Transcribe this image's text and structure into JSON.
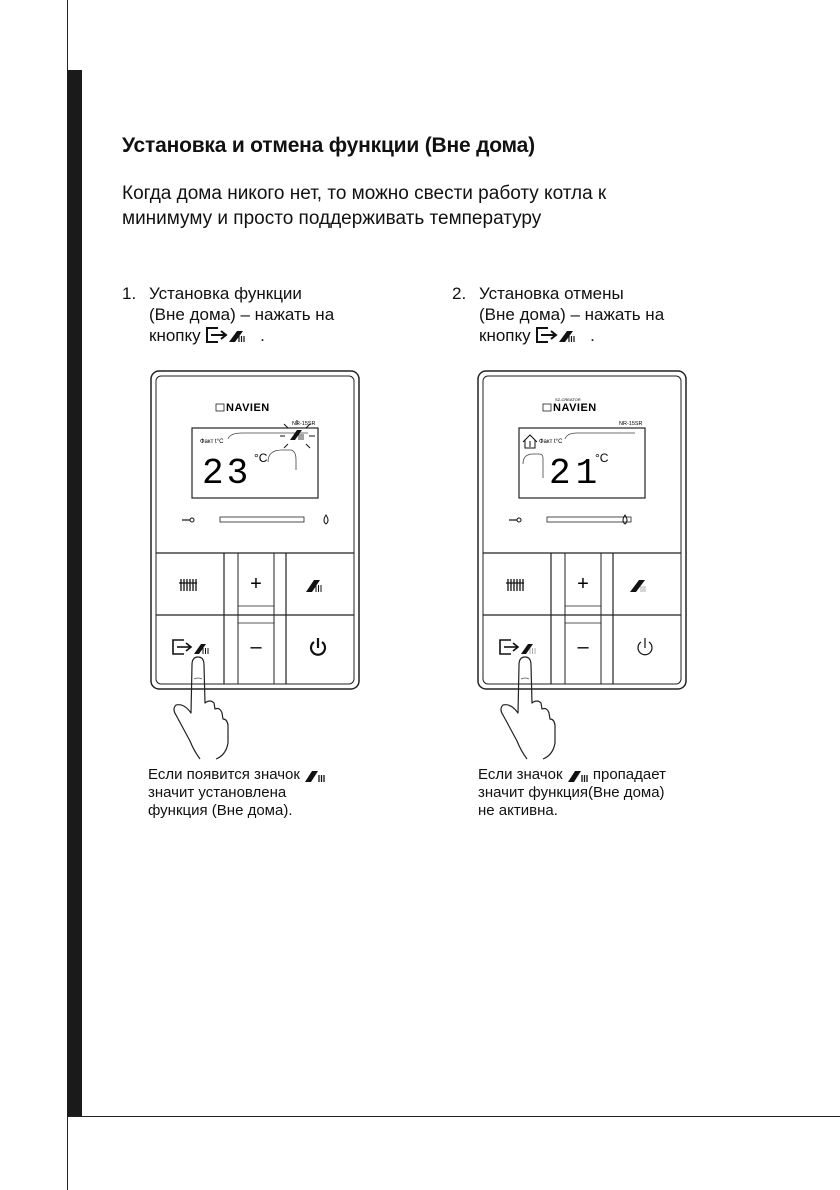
{
  "title": "Установка и отмена функции  (Вне дома)",
  "intro": [
    "Когда дома никого нет, то можно свести работу котла к",
    "минимуму и просто поддерживать температуру"
  ],
  "steps": [
    {
      "number": "1.",
      "lines": [
        "Установка функции",
        "(Вне дома) – нажать на"
      ],
      "line3_text": "кнопку",
      "line3_end": "."
    },
    {
      "number": "2.",
      "lines": [
        "Установка отмены",
        "(Вне дома) – нажать на"
      ],
      "line3_text": "кнопку",
      "line3_end": "."
    }
  ],
  "devices": [
    {
      "brand": "NAVIEN",
      "brand_small": "",
      "model": "NR-15SR",
      "fact_label": "Факт t°C",
      "temperature": "23",
      "unit": "°C",
      "away_active": true
    },
    {
      "brand": "NAVIEN",
      "brand_small": "SZ-CREATOR",
      "model": "NR-15SR",
      "fact_label": "Факт t°C",
      "temperature": "21",
      "unit": "°C",
      "away_active": false
    }
  ],
  "buttons": {
    "plus": "+",
    "minus": "–"
  },
  "notes": [
    {
      "line1": "Если появится значок",
      "line2": "значит установлена",
      "line3": "функция  (Вне дома)."
    },
    {
      "line1_a": "Если значок",
      "line1_b": "пропадает",
      "line2": "значит функция(Вне дома)",
      "line3": " не активна."
    }
  ],
  "colors": {
    "ink": "#111111",
    "sidebar": "#1a1a1a",
    "paper": "#ffffff"
  }
}
